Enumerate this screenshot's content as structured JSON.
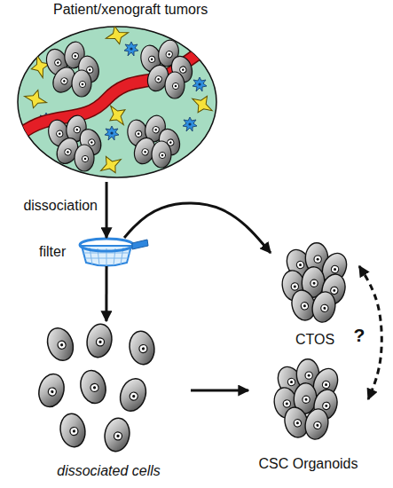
{
  "diagram": {
    "nodes": [
      {
        "text": [
          "Patient/xenograft tumors"
        ]
      },
      {
        "text": [
          "filter"
        ]
      },
      {
        "text": [
          "CTOS"
        ]
      },
      {
        "text": [
          "dissociated cells"
        ]
      },
      {
        "text": [
          "CSC Organoids"
        ]
      }
    ],
    "edges": [
      {
        "from": 0,
        "to": 1,
        "arrow": "to",
        "label": "dissociation"
      },
      {
        "from": 1,
        "to": 2,
        "arrow": "to"
      },
      {
        "from": 1,
        "to": 3,
        "arrow": "to"
      },
      {
        "from": 3,
        "to": 4,
        "arrow": "to"
      },
      {
        "from": 2,
        "to": 4,
        "arrow": "both",
        "label": "?"
      }
    ]
  }
}
